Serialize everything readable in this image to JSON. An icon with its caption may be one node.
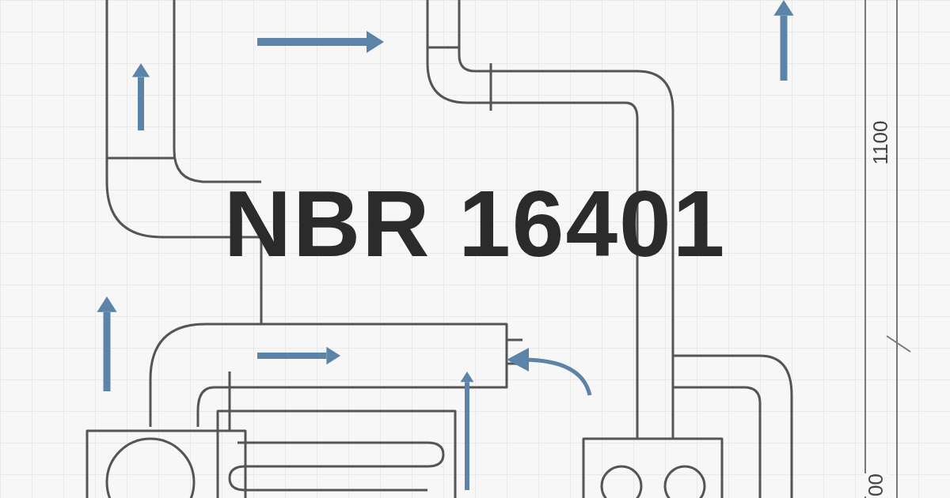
{
  "diagram": {
    "title": "NBR 16401",
    "labels": [
      "1100",
      "00"
    ]
  }
}
